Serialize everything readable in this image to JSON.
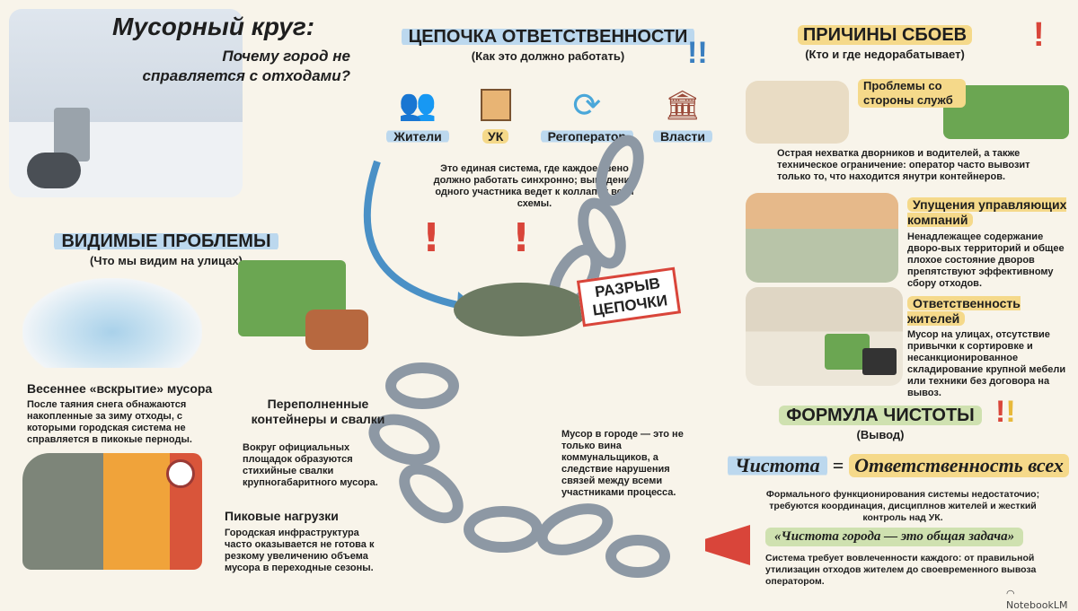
{
  "title": {
    "main": "Мусорный круг:",
    "sub": "Почему город не справляется с отходами?"
  },
  "chain": {
    "heading": "ЦЕПОЧКА ОТВЕТСТВЕННОСТИ",
    "subheading": "(Как это должно работать)",
    "actors": [
      {
        "label": "Жители",
        "icon": "people-icon"
      },
      {
        "label": "УК",
        "icon": "building-icon"
      },
      {
        "label": "Регоператор",
        "icon": "recycle-icon"
      },
      {
        "label": "Власти",
        "icon": "government-icon"
      }
    ],
    "description": "Это единая система, где каждое звено должно работать синхронно; выпадение одного участника ведет к коллапсу всей схемы.",
    "break_label": "РАЗРЫВ ЦЕПОЧКИ",
    "break_text": "Мусор в городе — это не только вина коммунальщиков, а следствие нарушения связей между всеми участниками процесса."
  },
  "visible": {
    "heading": "ВИДИМЫЕ ПРОБЛЕМЫ",
    "subheading": "(Что мы видим на улицах)",
    "items": [
      {
        "title": "Весеннее «вскрытие» мусора",
        "text": "После таяния снега обнажаются накопленные за зиму отходы, с которыми городская система не справляется в пикокые перноды."
      },
      {
        "title": "Переполненные контейнеры и свалки",
        "text": "Вокруг официальных площадок образуются стихийные свалки крупногабаритного мусора."
      },
      {
        "title": "Пиковые нагрузки",
        "text": "Городская инфраструктура часто оказывается не готова к резкому увеличению объема мусора в переходные сезоны."
      }
    ]
  },
  "causes": {
    "heading": "ПРИЧИНЫ СБОЕВ",
    "subheading": "(Кто и где недорабатывает)",
    "items": [
      {
        "title": "Проблемы со стороны служб",
        "text": "Острая нехватка дворников и водителей, а также техническое ограничение: оператор часто вывозит только то, что находится янутри контейнеров."
      },
      {
        "title": "Упущения управляющих компаний",
        "text": "Ненадлежащее содержание дворо-вых территорий и общее плохое состояние дворов препятствуют эффективному сбору отходов."
      },
      {
        "title": "Ответственность жителей",
        "text": "Мусор на улицах, отсутствие привычки к сортировке и несанкционированное складирование крупной мебели или техники без договора на вывоз."
      }
    ]
  },
  "formula": {
    "heading": "ФОРМУЛА ЧИСТОТЫ",
    "subheading": "(Вывод)",
    "left": "Чистота",
    "equals": "=",
    "right": "Ответственность всех",
    "text": "Формального функционирования системы недостаточио; требуются координация, дисциплнов жителей и жесткий контроль над УК.",
    "quote": "«Чистота города — это общая задача»",
    "quote_text": "Система требует вовлеченности каждого: от правильной утилизацин отходов жителем до своевременного вывоза оператором."
  },
  "brand": "NotebookLM",
  "colors": {
    "background": "#f8f4ea",
    "blue": "#bcd8ee",
    "yellow": "#f5d98a",
    "green": "#cfe1b0",
    "red": "#d9453a"
  }
}
